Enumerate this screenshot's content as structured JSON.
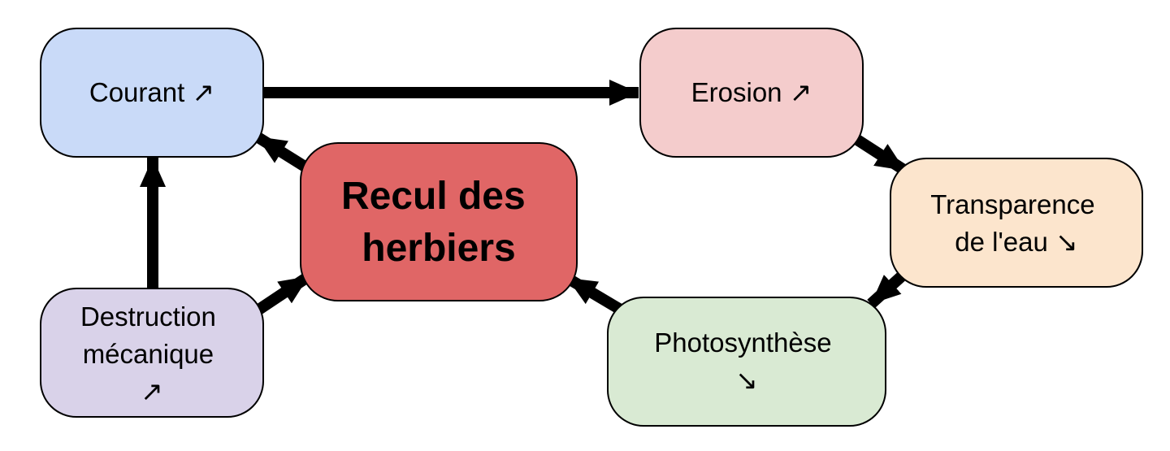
{
  "nodes": {
    "courant": {
      "lines": [
        "Courant ↗"
      ],
      "color": "#c9daf8"
    },
    "erosion": {
      "lines": [
        "Erosion ↗"
      ],
      "color": "#f4cccc"
    },
    "transparence": {
      "lines": [
        "Transparence",
        "de l'eau ↘"
      ],
      "color": "#fce5cd"
    },
    "photosynthese": {
      "lines": [
        "Photosynthèse",
        "↘"
      ],
      "color": "#d9ead3"
    },
    "destruction": {
      "lines": [
        "Destruction",
        "mécanique",
        "↗"
      ],
      "color": "#d9d2e9"
    },
    "recul": {
      "lines": [
        "Recul des",
        "herbiers"
      ],
      "color": "#e06666"
    }
  },
  "edges": [
    {
      "from": "courant",
      "to": "erosion"
    },
    {
      "from": "erosion",
      "to": "transparence"
    },
    {
      "from": "transparence",
      "to": "photosynthese"
    },
    {
      "from": "photosynthese",
      "to": "recul"
    },
    {
      "from": "recul",
      "to": "courant"
    },
    {
      "from": "destruction",
      "to": "courant"
    },
    {
      "from": "destruction",
      "to": "recul"
    }
  ]
}
